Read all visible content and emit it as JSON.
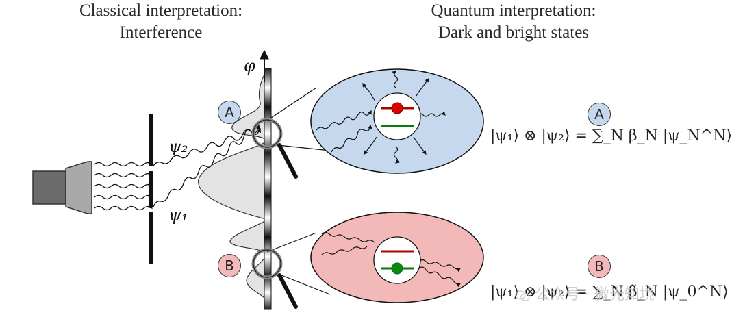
{
  "headings": {
    "classical": "Classical interpretation:",
    "classical_sub": "Interference",
    "quantum": "Quantum interpretation:",
    "quantum_sub": "Dark and bright states"
  },
  "labels": {
    "phi": "φ",
    "psi2": "ψ₂",
    "psi1": "ψ₁",
    "a": "A",
    "b": "B"
  },
  "equations": {
    "bright": "|ψ₁⟩ ⊗ |ψ₂⟩ = ∑_N β_N |ψ_N^N⟩",
    "dark": "|ψ₁⟩ ⊗ |ψ₂⟩ = ∑_N β̃_N |ψ_0^N⟩"
  },
  "watermark": "公众号 · 微光知境",
  "colors": {
    "bright_fill": "#c5d8ee",
    "dark_fill": "#f3b9b9",
    "upper_level": "#b00000",
    "lower_level": "#0a7a0a",
    "excited_atom": "#e00000",
    "ground_atom": "#0a8a0a"
  }
}
